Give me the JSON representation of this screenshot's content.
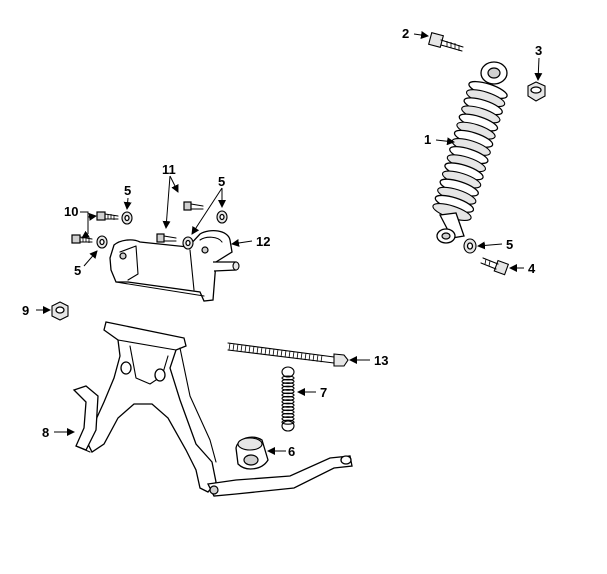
{
  "callouts": [
    {
      "id": "c1",
      "text": "1"
    },
    {
      "id": "c2",
      "text": "2"
    },
    {
      "id": "c3",
      "text": "3"
    },
    {
      "id": "c4",
      "text": "4"
    },
    {
      "id": "c5a",
      "text": "5"
    },
    {
      "id": "c5b",
      "text": "5"
    },
    {
      "id": "c5c",
      "text": "5"
    },
    {
      "id": "c5d",
      "text": "5"
    },
    {
      "id": "c6",
      "text": "6"
    },
    {
      "id": "c7",
      "text": "7"
    },
    {
      "id": "c8",
      "text": "8"
    },
    {
      "id": "c9",
      "text": "9"
    },
    {
      "id": "c10",
      "text": "10"
    },
    {
      "id": "c11",
      "text": "11"
    },
    {
      "id": "c12",
      "text": "12"
    },
    {
      "id": "c13",
      "text": "13"
    }
  ]
}
